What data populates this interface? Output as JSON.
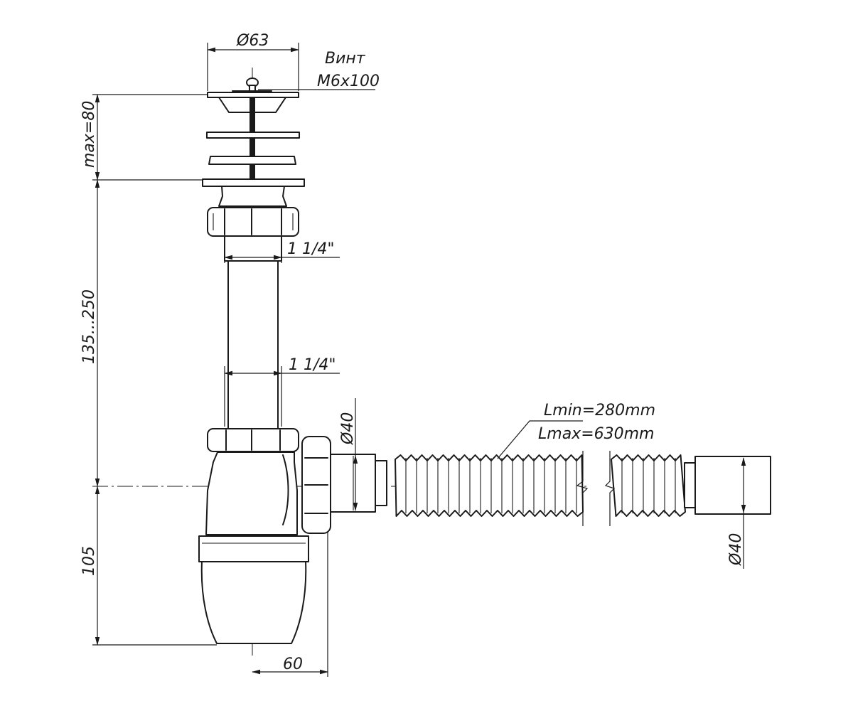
{
  "drawing": {
    "labels": {
      "top_diameter": "Ø63",
      "screw_title": "Винт",
      "screw_size": "M6x100",
      "max_height": "max=80",
      "pipe_height": "135...250",
      "trap_height": "105",
      "thread_upper": "1 1/4\"",
      "thread_lower": "1 1/4\"",
      "outlet_diameter": "Ø40",
      "hose_length_min": "Lmin=280mm",
      "hose_length_max": "Lmax=630mm",
      "end_diameter": "Ø40",
      "offset": "60"
    }
  }
}
